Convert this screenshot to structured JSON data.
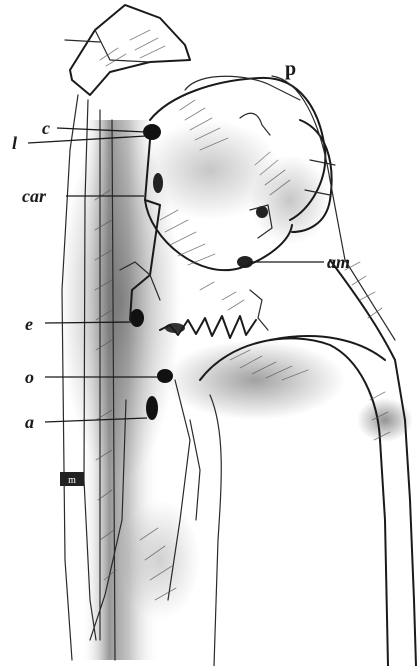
{
  "figure": {
    "labels": {
      "p": "p",
      "c": "c",
      "l": "l",
      "car": "car",
      "am": "am",
      "e": "e",
      "o": "o",
      "a": "a",
      "corner_mark": "m"
    }
  }
}
